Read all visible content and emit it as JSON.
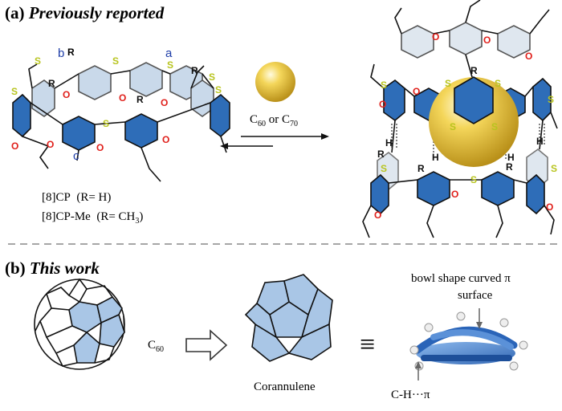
{
  "panel_a": {
    "title_letter": "(a)",
    "title": "Previously reported",
    "site_labels": [
      "b",
      "a",
      "c"
    ],
    "r_label": "R",
    "s_label": "S",
    "o_label": "O",
    "h_label": "H",
    "host_names": [
      {
        "name": "[8]CP",
        "note": "(R= H)"
      },
      {
        "name": "[8]CP-Me",
        "note": "(R= CH3)"
      }
    ],
    "guest_label_parts": {
      "c": "C",
      "n60": "60",
      "or": " or ",
      "n70": "70"
    }
  },
  "panel_b": {
    "title_letter": "(b)",
    "title": "This work",
    "c60_label_parts": {
      "c": "C",
      "n": "60"
    },
    "corannulene_label": "Corannulene",
    "bowl_label_line1": "bowl shape curved π",
    "bowl_label_line2": "surface",
    "ch_pi_label": "C-H···π",
    "equiv_symbol": "≡"
  },
  "colors": {
    "ring_dark": "#2e6db8",
    "ring_light": "#a9c6e6",
    "sulfur": "#b8c41e",
    "oxygen": "#e0201b",
    "sphere": "#f0cf4d"
  }
}
